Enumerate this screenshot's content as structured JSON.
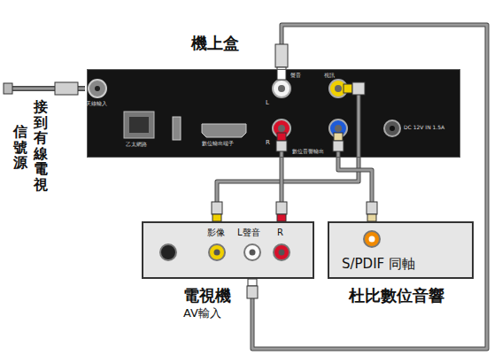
{
  "diagram": {
    "nodes": [
      {
        "text": [
          "機上盒"
        ]
      },
      {
        "text": [
          "電視機",
          "AV輸入"
        ]
      },
      {
        "text": [
          "S/PDIF 同軸",
          "杜比數位音響"
        ]
      }
    ],
    "edges": [
      {
        "from": 0,
        "to": 1,
        "arrow": "none"
      },
      {
        "from": 0,
        "to": 1,
        "arrow": "none"
      },
      {
        "from": 0,
        "to": 1,
        "arrow": "none"
      },
      {
        "from": 0,
        "to": 2,
        "arrow": "none"
      }
    ],
    "labels": [
      "接到有線電視",
      "信號源",
      "天線輸入",
      "乙太網路",
      "數位輸出端子",
      "聲音",
      "視訊",
      "L",
      "R",
      "數位音響輸出",
      "DC 12V IN 1.5A",
      "影像",
      "L聲音",
      "R"
    ]
  }
}
